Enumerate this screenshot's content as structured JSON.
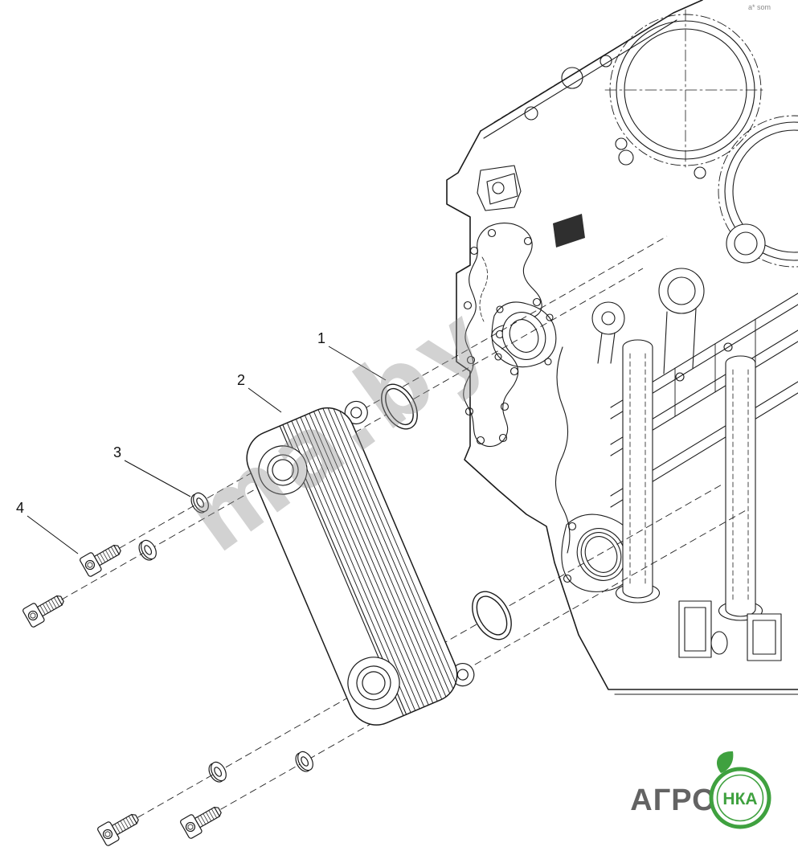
{
  "figure": {
    "callouts": [
      {
        "label": "1"
      },
      {
        "label": "2"
      },
      {
        "label": "3"
      },
      {
        "label": "4"
      }
    ]
  },
  "watermark": {
    "text": "ma.by"
  },
  "corner_mark": "a* som",
  "logo": {
    "text_left": "АГРО",
    "text_circle": "НКА",
    "green": "#3fa13f",
    "gray": "#636363"
  },
  "colors": {
    "line": "#1b1b1b",
    "background": "#ffffff",
    "watermark": "#909090"
  }
}
